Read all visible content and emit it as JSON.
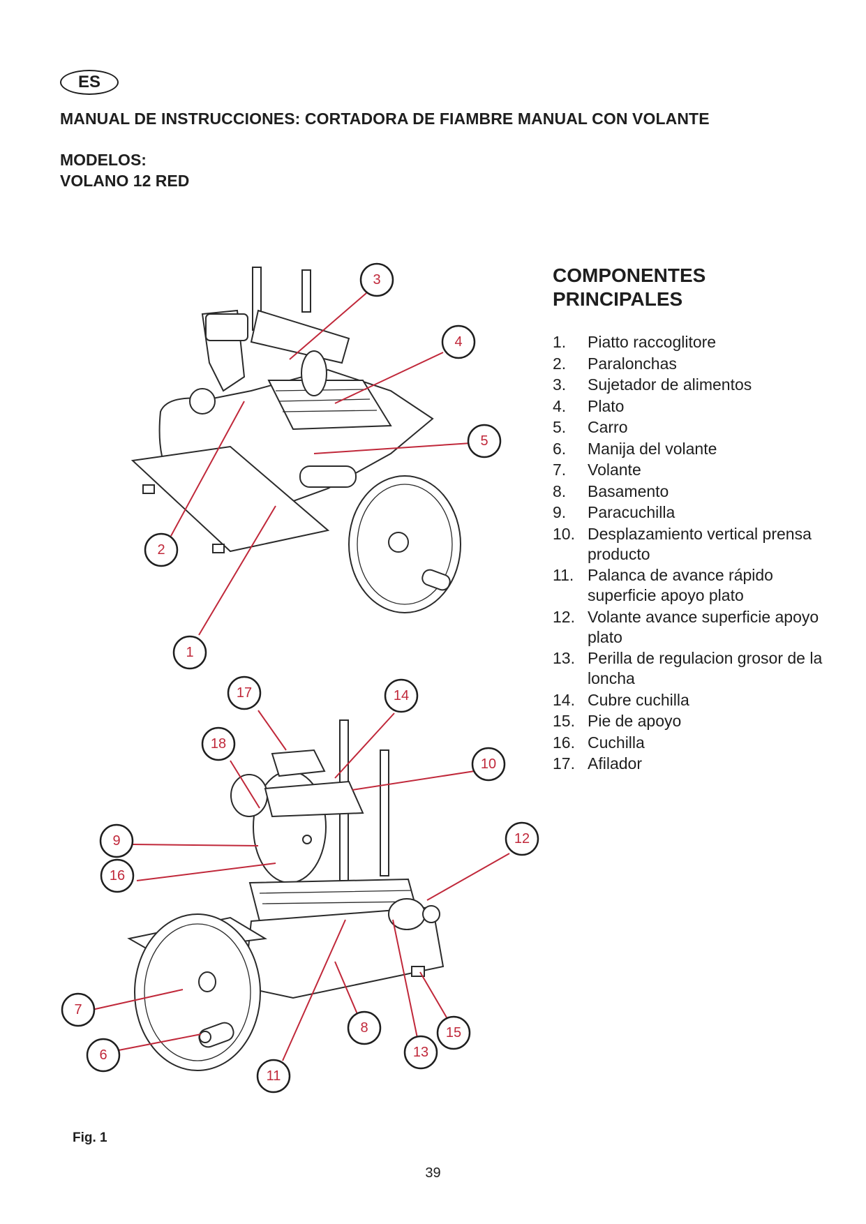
{
  "language_badge": "ES",
  "title": "MANUAL DE INSTRUCCIONES: CORTADORA DE FIAMBRE MANUAL CON VOLANTE",
  "models_label": "MODELOS:",
  "model_name": "VOLANO 12 RED",
  "components_heading": "COMPONENTES PRINCIPALES",
  "components": [
    {
      "num": "1.",
      "label": "Piatto raccoglitore"
    },
    {
      "num": "2.",
      "label": "Paralonchas"
    },
    {
      "num": "3.",
      "label": "Sujetador de alimentos"
    },
    {
      "num": "4.",
      "label": "Plato"
    },
    {
      "num": "5.",
      "label": "Carro"
    },
    {
      "num": "6.",
      "label": "Manija del volante"
    },
    {
      "num": "7.",
      "label": "Volante"
    },
    {
      "num": "8.",
      "label": "Basamento"
    },
    {
      "num": "9.",
      "label": "Paracuchilla"
    },
    {
      "num": "10.",
      "label": "Desplazamiento vertical prensa producto"
    },
    {
      "num": "11.",
      "label": "Palanca de avance rápido superficie apoyo plato"
    },
    {
      "num": "12.",
      "label": "Volante avance superficie apoyo plato"
    },
    {
      "num": "13.",
      "label": "Perilla de regulacion grosor de la loncha"
    },
    {
      "num": "14.",
      "label": "Cubre cuchilla"
    },
    {
      "num": "15.",
      "label": "Pie de apoyo"
    },
    {
      "num": "16.",
      "label": "Cuchilla"
    },
    {
      "num": "17.",
      "label": "Afilador"
    }
  ],
  "callouts_top": [
    "3",
    "4",
    "5",
    "2",
    "1"
  ],
  "callouts_bottom": [
    "17",
    "14",
    "18",
    "10",
    "9",
    "16",
    "12",
    "7",
    "6",
    "8",
    "11",
    "13",
    "15"
  ],
  "fig_caption": "Fig. 1",
  "page_number": "39",
  "colors": {
    "callout_number": "#c0283a",
    "leader_line": "#c0283a",
    "text": "#1e1e1e"
  }
}
